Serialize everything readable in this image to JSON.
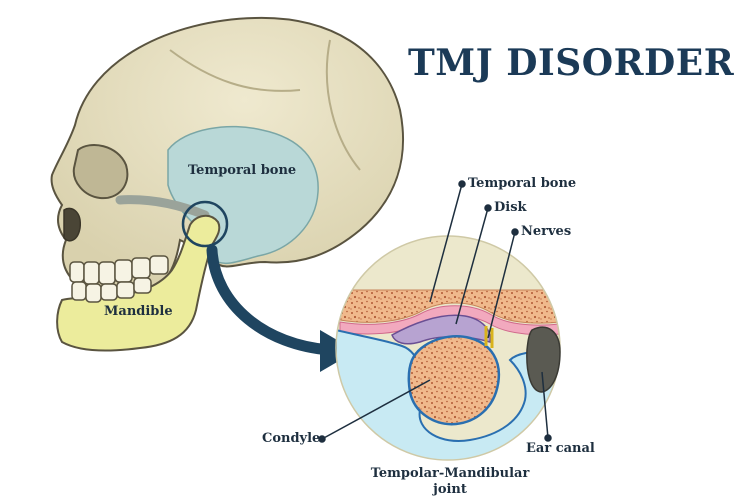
{
  "title": "TMJ DISORDER",
  "skull_labels": {
    "temporal_bone": "Temporal bone",
    "mandible": "Mandible"
  },
  "detail_labels": {
    "temporal_bone": "Temporal bone",
    "disk": "Disk",
    "nerves": "Nerves",
    "condyle": "Condyle",
    "ear_canal": "Ear canal",
    "joint_line1": "Tempolar-Mandibular",
    "joint_line2": "joint"
  },
  "colors": {
    "title": "#1b3a57",
    "skull": "#e6dfc0",
    "temporal_region": "#b9d8d7",
    "mandible": "#ecec9c",
    "arrow": "#1f4560",
    "detail_bg": "#ece8cc",
    "bone_tissue": "#f0b98c",
    "disk": "#b7a3d1",
    "soft_tissue": "#c8eaf3",
    "cartilage": "#f2a9be"
  }
}
